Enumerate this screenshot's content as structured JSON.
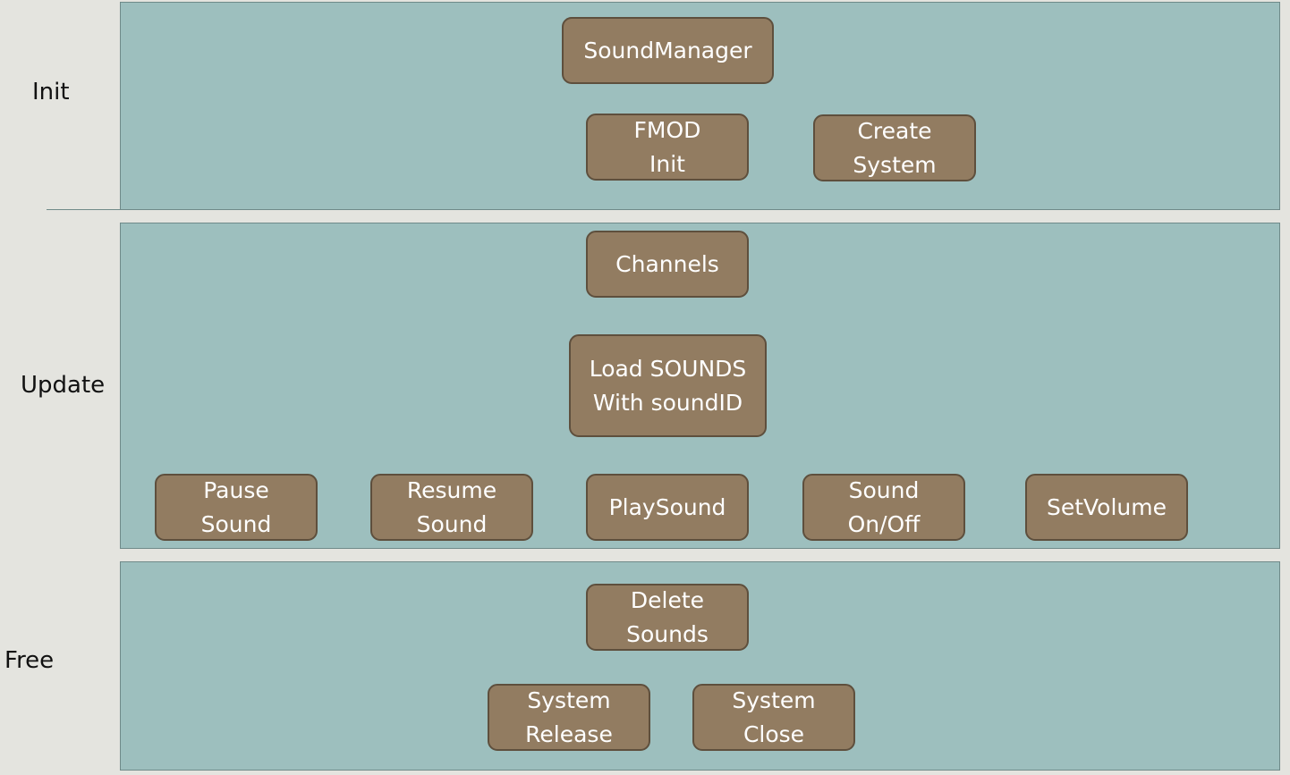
{
  "lanes": {
    "init": {
      "label": "Init"
    },
    "update": {
      "label": "Update"
    },
    "free": {
      "label": "Free"
    }
  },
  "boxes": {
    "sound_manager": "SoundManager",
    "fmod_init": "FMOD\nInit",
    "create_system": "Create\nSystem",
    "channels": "Channels",
    "load_sounds": "Load SOUNDS\nWith soundID",
    "pause_sound": "Pause\nSound",
    "resume_sound": "Resume\nSound",
    "play_sound": "PlaySound",
    "sound_on_off": "Sound\nOn/Off",
    "set_volume": "SetVolume",
    "delete_sounds": "Delete\nSounds",
    "system_release": "System\nRelease",
    "system_close": "System\nClose"
  },
  "colors": {
    "background": "#e4e4df",
    "lane_fill": "#9dbfbe",
    "box_fill": "#927c61",
    "box_border": "#5e4f3d",
    "box_text": "#ffffff"
  }
}
